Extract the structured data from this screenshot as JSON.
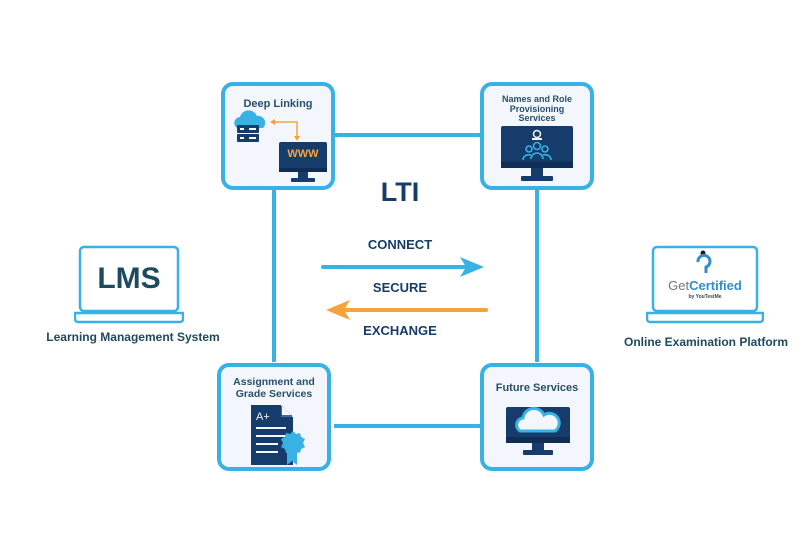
{
  "center": {
    "title": "LTI",
    "labels": {
      "connect": "CONNECT",
      "secure": "SECURE",
      "exchange": "EXCHANGE"
    }
  },
  "nodes": {
    "deep_linking": {
      "title": "Deep Linking",
      "icon": "cloud-server-monitor-icon",
      "screen_text": "WWW"
    },
    "names_roles": {
      "title_lines": [
        "Names and Role",
        "Provisioning",
        "Services"
      ],
      "icon": "monitor-users-icon"
    },
    "assignment_grade": {
      "title_lines": [
        "Assignment and",
        "Grade Services"
      ],
      "icon": "graded-document-icon",
      "grade_text": "A+"
    },
    "future_services": {
      "title": "Future Services",
      "icon": "monitor-cloud-icon"
    }
  },
  "left_system": {
    "screen_text": "LMS",
    "caption": "Learning Management System"
  },
  "right_system": {
    "logo_text_a": "Get",
    "logo_text_b": "Certified",
    "logo_sub": "by YouTestMe",
    "caption": "Online Examination Platform"
  },
  "colors": {
    "accent_blue": "#38b1e4",
    "accent_orange": "#f7a33a",
    "navy": "#163c6b",
    "box_bg": "#f3f6fc"
  }
}
